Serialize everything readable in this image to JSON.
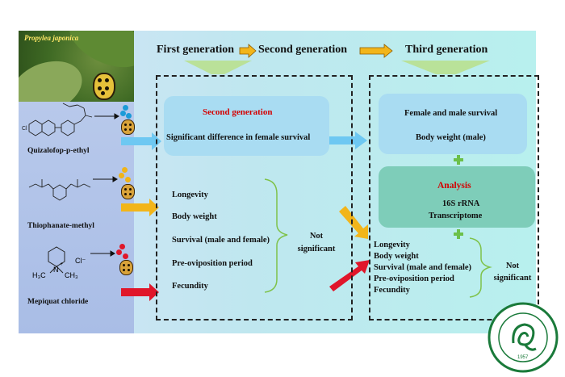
{
  "photo_label": "Propylea japonica",
  "header": {
    "gen1": "First generation",
    "gen2": "Second generation",
    "gen3": "Third generation"
  },
  "chemicals": [
    {
      "name": "Quizalofop-p-ethyl",
      "dot_color": "#1c9bd8"
    },
    {
      "name": "Thiophanate-methyl",
      "dot_color": "#f0b418"
    },
    {
      "name": "Mepiquat chloride",
      "dot_color": "#e0162a"
    }
  ],
  "mepiquat_labels": {
    "h3c_top": "H₃C",
    "n_plus": "N",
    "charge": "+",
    "ch3": "CH₃",
    "cl": "Cl⁻"
  },
  "second_gen_box": {
    "title": "Second generation",
    "text": "Significant difference in female survival"
  },
  "middle_list": [
    "Longevity",
    "Body weight",
    "Survival (male and female)",
    "Pre-oviposition period",
    "Fecundity"
  ],
  "middle_not_significant": "Not significant",
  "third_top_box": {
    "line1": "Female and male survival",
    "line2": "Body weight (male)"
  },
  "analysis_box": {
    "title": "Analysis",
    "line1": "16S rRNA",
    "line2": "Transcriptome"
  },
  "right_list": [
    "Longevity",
    "Body weight",
    "Survival (male and female)",
    "Pre-oviposition period",
    "Fecundity"
  ],
  "right_not_significant": "Not significant",
  "seal": {
    "year": "1957",
    "colors": {
      "ring": "#1a7a3a"
    }
  },
  "colors": {
    "blue_arrow": "#6ec8f2",
    "yellow_arrow": "#f2b51a",
    "red_arrow": "#e0162a",
    "plus": "#6cc04a",
    "red_text": "#d40000"
  }
}
